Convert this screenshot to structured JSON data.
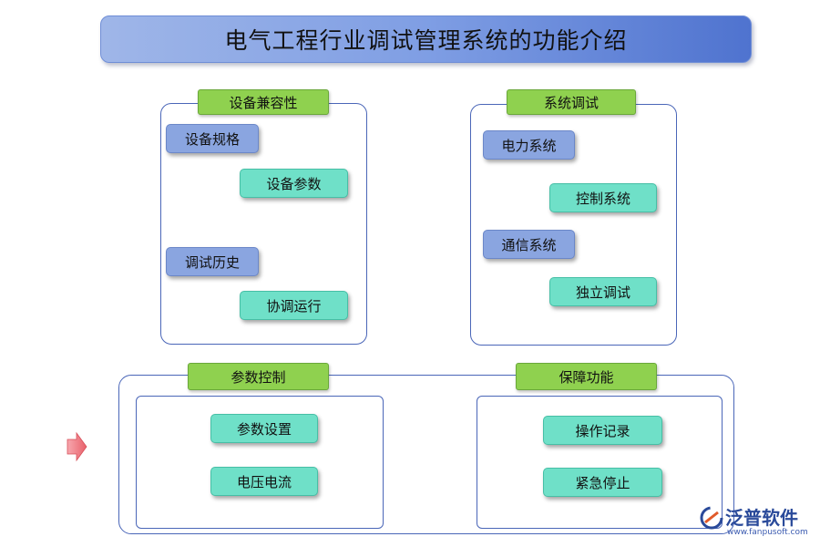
{
  "title": "电气工程行业调试管理系统的功能介绍",
  "sections": {
    "compat": {
      "header": "设备兼容性",
      "groups": [
        {
          "parent": "设备规格",
          "child": "设备参数"
        },
        {
          "parent": "调试历史",
          "child": "协调运行"
        }
      ]
    },
    "debug": {
      "header": "系统调试",
      "groups": [
        {
          "parent": "电力系统",
          "child": "控制系统"
        },
        {
          "parent": "通信系统",
          "child": "独立调试"
        }
      ]
    },
    "param": {
      "header": "参数控制",
      "items": [
        "参数设置",
        "电压电流"
      ]
    },
    "guard": {
      "header": "保障功能",
      "items": [
        "操作记录",
        "紧急停止"
      ]
    }
  },
  "watermark_logo": {
    "name": "泛普软件",
    "url": "www.fanpusoft.com"
  },
  "colors": {
    "banner": "#7f9ee4",
    "green_tag": "#8fd14f",
    "blue_box": "#8aa5e0",
    "teal_box": "#6fe0c8",
    "border": "#4a66b8",
    "arrow": "#e8606a"
  }
}
